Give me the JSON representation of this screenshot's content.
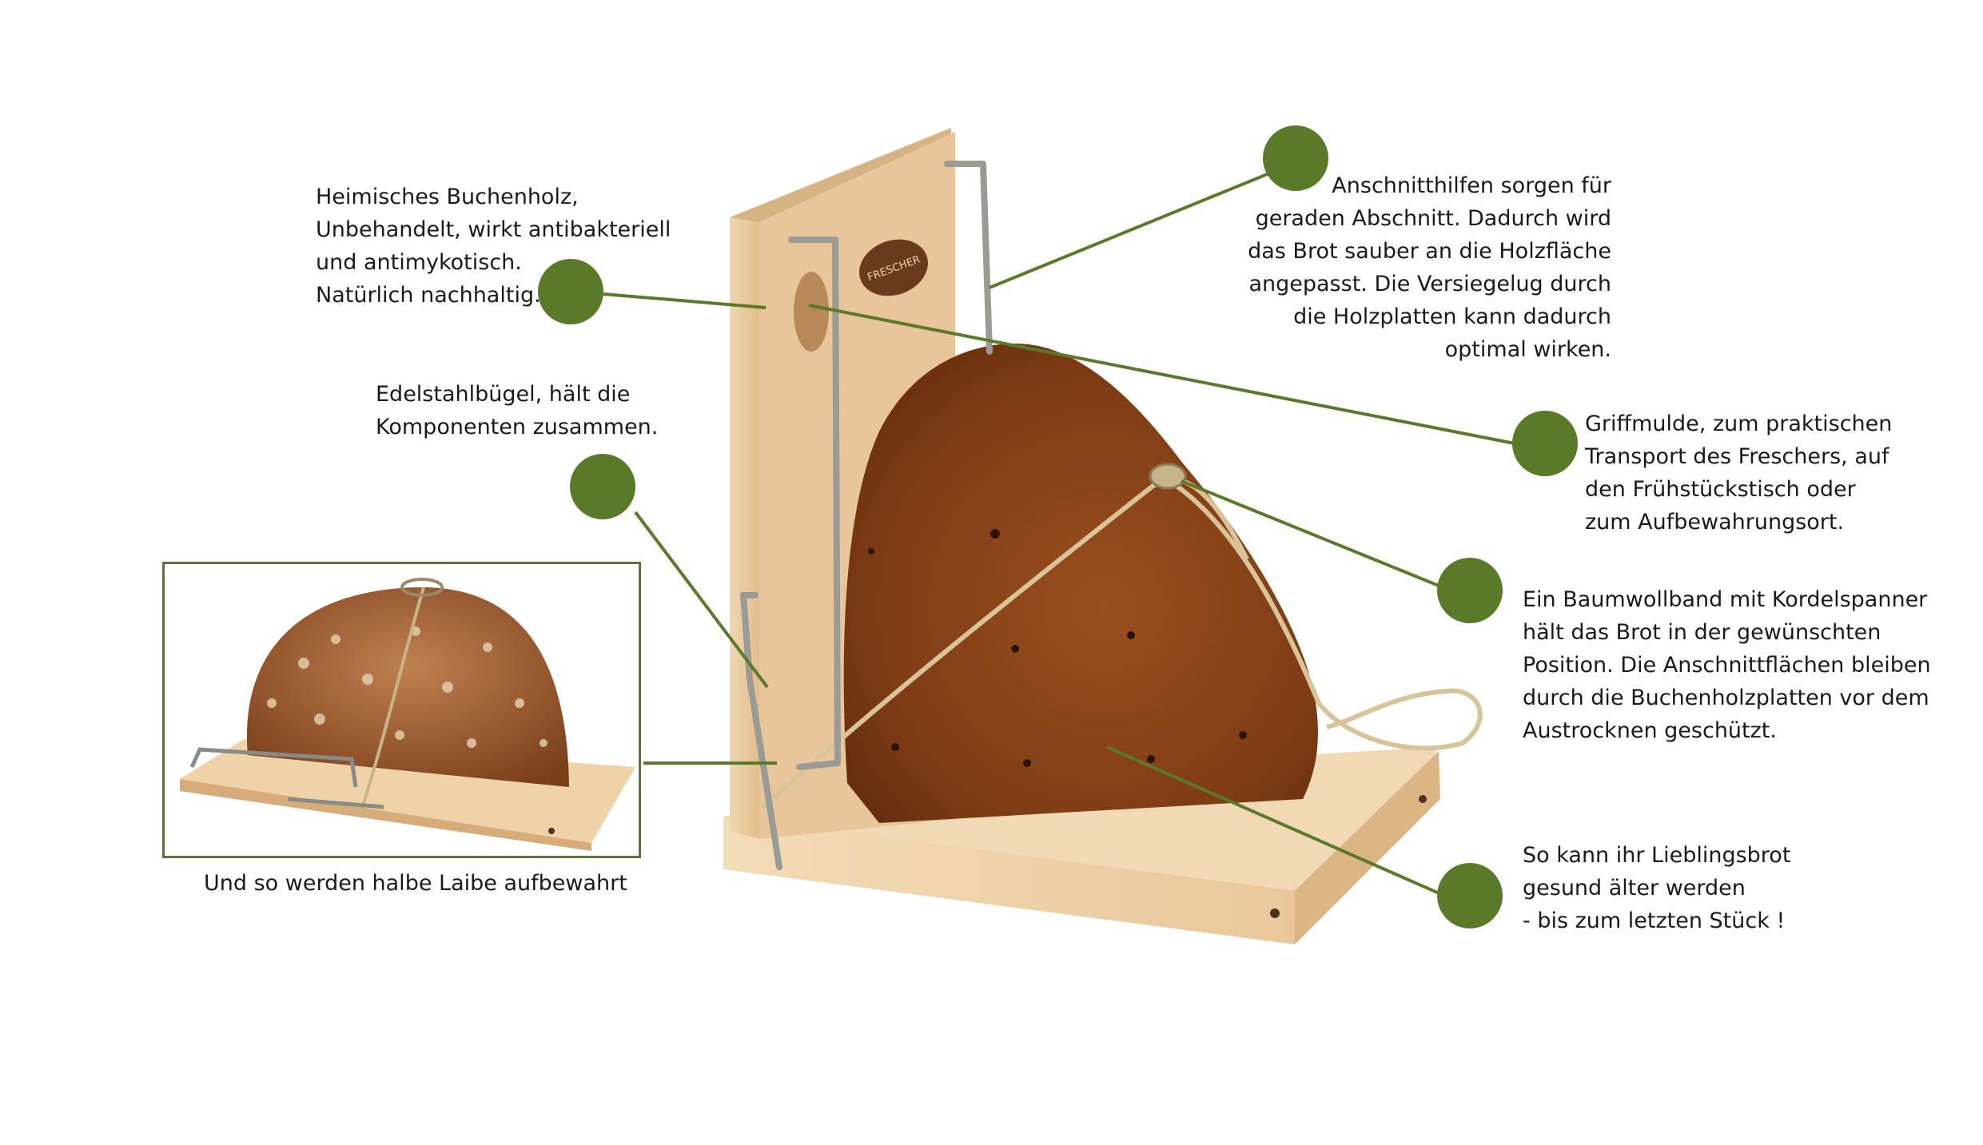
{
  "callouts": {
    "beech_wood": "Heimisches Buchenholz,\nUnbehandelt, wirkt antibakteriell\nund antimykotisch.\nNatürlich nachhaltig.",
    "steel_bracket": "Edelstahlbügel, hält die\nKomponenten zusammen.",
    "cutting_aids": "Anschnitthilfen sorgen für\ngeraden Abschnitt. Dadurch wird\ndas Brot sauber an die Holzfläche\nangepasst. Die Versiegelug durch\ndie Holzplatten kann dadurch\noptimal wirken.",
    "handle_recess": "Griffmulde, zum praktischen\nTransport des Freschers, auf\nden Frühstückstisch oder\nzum Aufbewahrungsort.",
    "cotton_band": "Ein Baumwollband mit Kordelspanner\nhält das Brot in der gewünschten\nPosition. Die Anschnittflächen bleiben\ndurch die Buchenholzplatten vor dem\nAustrocknen geschützt.",
    "favorite_bread": "So kann ihr Lieblingsbrot\ngesund älter werden\n- bis zum letzten Stück !"
  },
  "inset": {
    "caption": "Und so werden halbe Laibe aufbewahrt"
  },
  "logo_text": "FRESCHER",
  "colors": {
    "accent_green": "#5a7a2a",
    "beech_wood": "#e8c9a0",
    "bread_crust": "#8a4a1c"
  }
}
